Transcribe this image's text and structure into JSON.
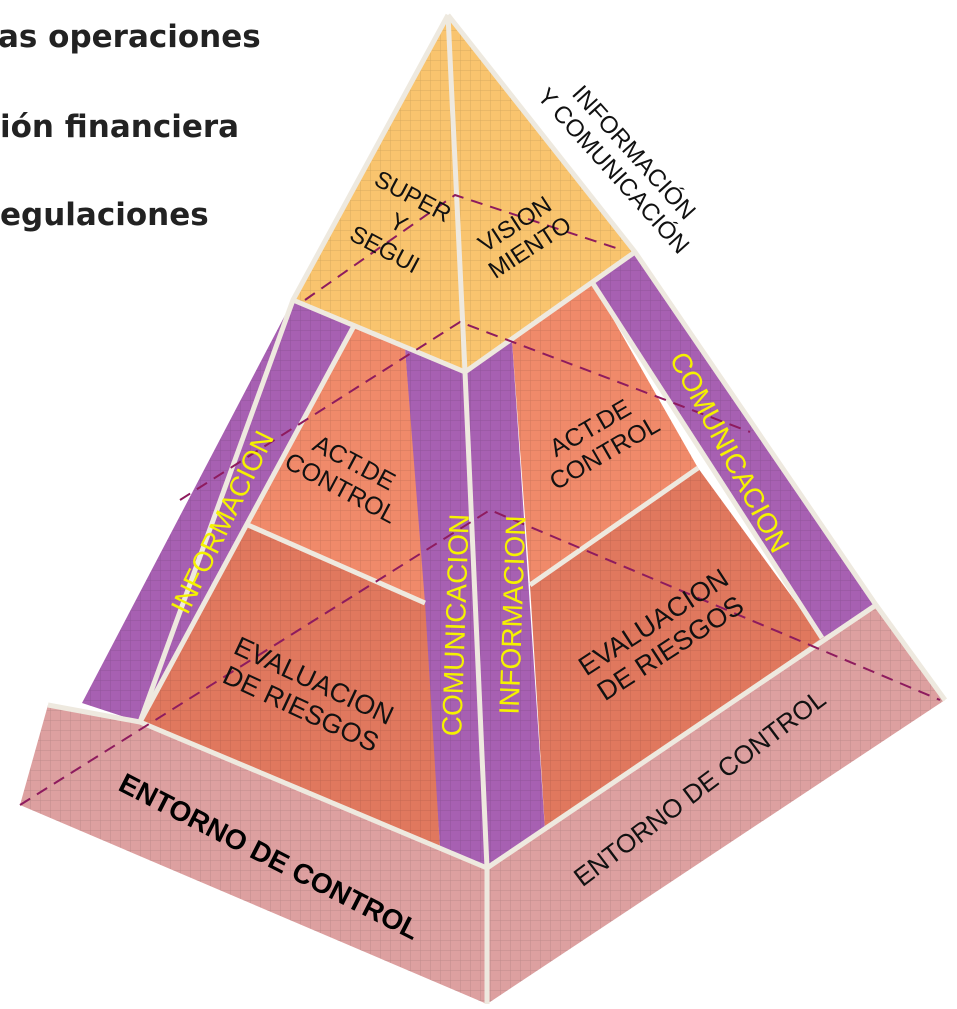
{
  "objectives": [
    "as operaciones",
    "ión financiera",
    "egulaciones"
  ],
  "pyramid": {
    "top_label": "INFORMACIÓN Y COMUNICACIÓN",
    "monitoring_left": "SUPER Y SEGUI",
    "monitoring_right": "VISION MIENTO",
    "left_band": "INFORMACION",
    "right_band": "COMUNICACION",
    "center_left_band": "COMUNICACION",
    "center_right_band": "INFORMACION",
    "control_left": "ACT.DE CONTROL",
    "control_right": "ACT.DE CONTROL",
    "risk_left": "EVALUACION DE RIESGOS",
    "risk_right": "EVALUACION DE RIESGOS",
    "base_left": "ENTORNO DE CONTROL",
    "base_right": "ENTORNO DE CONTROL"
  },
  "colors": {
    "monitoring": "#F9C46E",
    "control": "#F08A6A",
    "risk": "#E0785E",
    "band": "#A760B2",
    "base": "#DDA0A0",
    "band_text": "#F5F200",
    "dash": "#8E1B5E",
    "edge": "#EEE9DF"
  }
}
